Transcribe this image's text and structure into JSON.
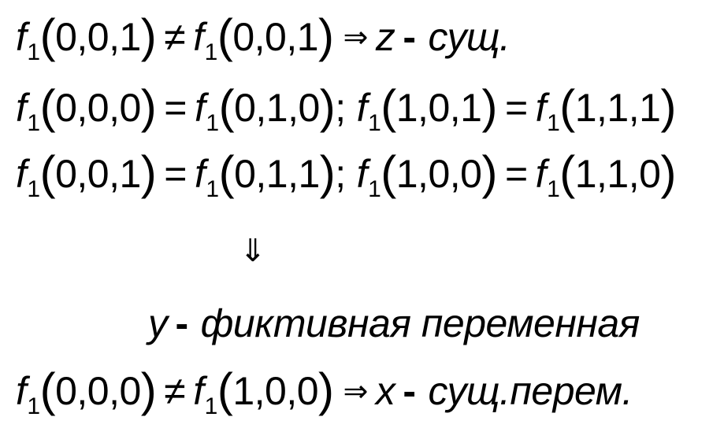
{
  "symbols": {
    "f": "f",
    "sub": "1",
    "lp": "(",
    "rp": ")",
    "neq": "≠",
    "eq": "=",
    "implies": "⇒",
    "down_implies": "⇓",
    "dash": "-",
    "semicolon": ";"
  },
  "line1": {
    "arg_a": "0,0,1",
    "arg_b": "0,0,1",
    "variable": "z",
    "conclusion": "сущ."
  },
  "line2": {
    "arg_a": "0,0,0",
    "arg_b": "0,1,0",
    "arg_c": "1,0,1",
    "arg_d": "1,1,1"
  },
  "line3": {
    "arg_a": "0,0,1",
    "arg_b": "0,1,1",
    "arg_c": "1,0,0",
    "arg_d": "1,1,0"
  },
  "line5": {
    "variable": "y",
    "conclusion": "фиктивная переменная"
  },
  "line6": {
    "arg_a": "0,0,0",
    "arg_b": "1,0,0",
    "variable": "x",
    "conclusion": "сущ.перем."
  }
}
